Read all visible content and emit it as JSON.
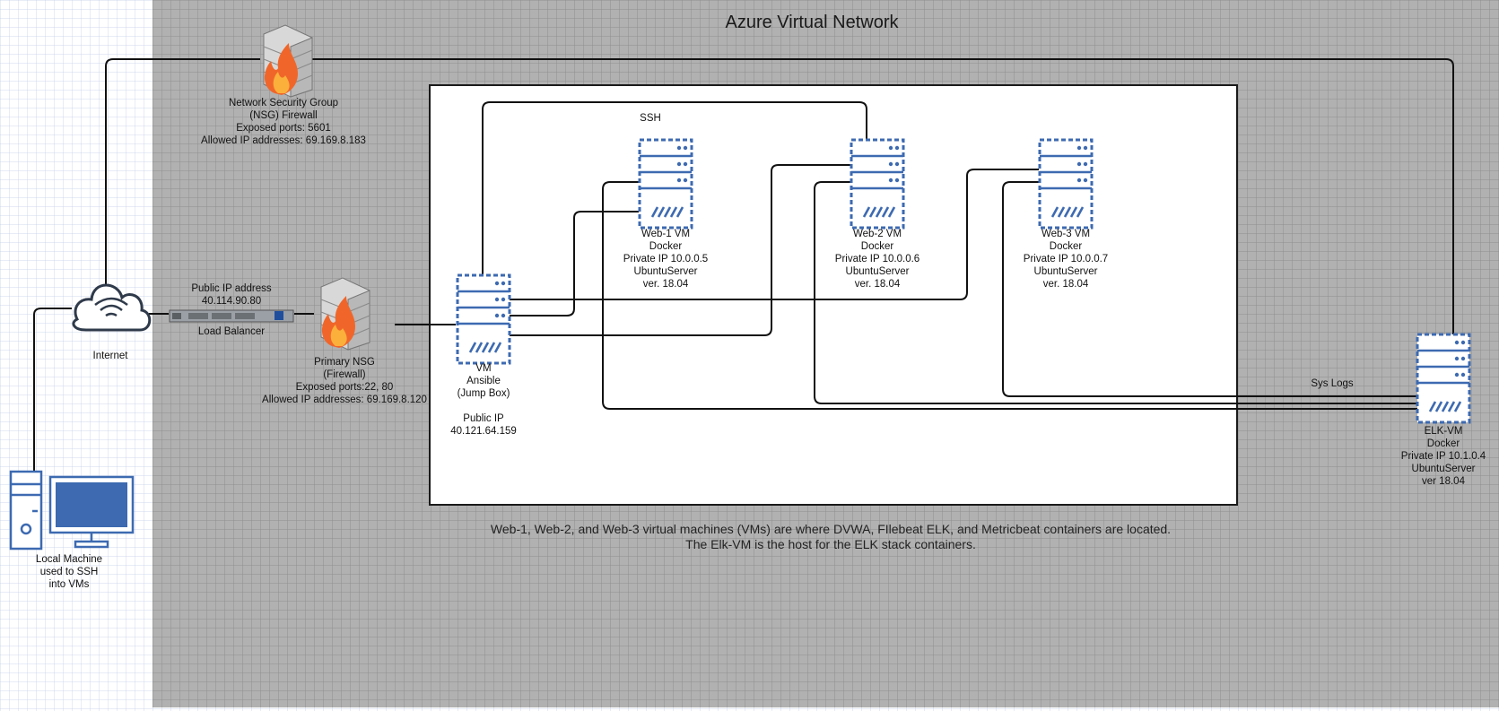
{
  "title": "Azure Virtual Network",
  "nsg_top": {
    "lines": [
      "Network Security Group",
      "(NSG) Firewall",
      "Exposed ports: 5601",
      "Allowed IP addresses: 69.169.8.183"
    ]
  },
  "internet": {
    "label": "Internet"
  },
  "load_balancer": {
    "ip_lines": [
      "Public IP address",
      "40.114.90.80"
    ],
    "label": "Load Balancer"
  },
  "primary_nsg": {
    "lines": [
      "Primary NSG",
      "(Firewall)",
      "Exposed ports:22, 80",
      "Allowed IP addresses: 69.169.8.120"
    ]
  },
  "jump_box": {
    "lines": [
      "VM",
      "Ansible",
      "(Jump Box)"
    ],
    "ip_lines": [
      "Public IP",
      "40.121.64.159"
    ]
  },
  "ssh_label": "SSH",
  "web1": {
    "lines": [
      "Web-1 VM",
      "Docker",
      "Private IP 10.0.0.5",
      "UbuntuServer",
      "ver. 18.04"
    ]
  },
  "web2": {
    "lines": [
      "Web-2 VM",
      "Docker",
      "Private IP 10.0.0.6",
      "UbuntuServer",
      "ver. 18.04"
    ]
  },
  "web3": {
    "lines": [
      "Web-3 VM",
      "Docker",
      "Private IP 10.0.0.7",
      "UbuntuServer",
      "ver. 18.04"
    ]
  },
  "elk": {
    "lines": [
      "ELK-VM",
      "Docker",
      "Private IP 10.1.0.4",
      "UbuntuServer",
      "ver 18.04"
    ]
  },
  "sys_logs": "Sys Logs",
  "local_machine": {
    "lines": [
      "Local Machine",
      "used to SSH",
      "into VMs"
    ]
  },
  "caption": [
    "Web-1, Web-2, and Web-3 virtual machines (VMs) are where DVWA, FIlebeat ELK, and Metricbeat containers are located.",
    "The Elk-VM is the host for the ELK stack containers."
  ],
  "colors": {
    "server_blue": "#3d6ab1",
    "line": "#111111",
    "vnet_bg": "#b1b1b1"
  },
  "icons": [
    "firewall-icon",
    "cloud-wifi-icon",
    "load-balancer-icon",
    "server-icon",
    "desktop-computer-icon"
  ]
}
